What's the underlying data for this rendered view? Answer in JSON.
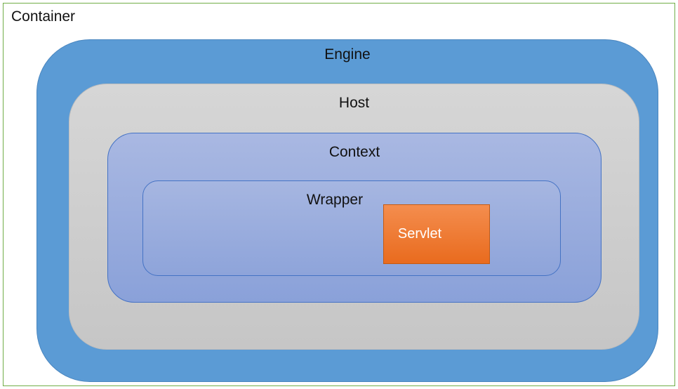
{
  "diagram": {
    "container_label": "Container",
    "engine_label": "Engine",
    "host_label": "Host",
    "context_label": "Context",
    "wrapper_label": "Wrapper",
    "servlet_label": "Servlet"
  },
  "colors": {
    "frame_border": "#70ad47",
    "engine": "#5b9bd5",
    "host": "#d0d0d0",
    "context": "#a0b2df",
    "wrapper": "#9eb0df",
    "servlet": "#ed7d31"
  }
}
